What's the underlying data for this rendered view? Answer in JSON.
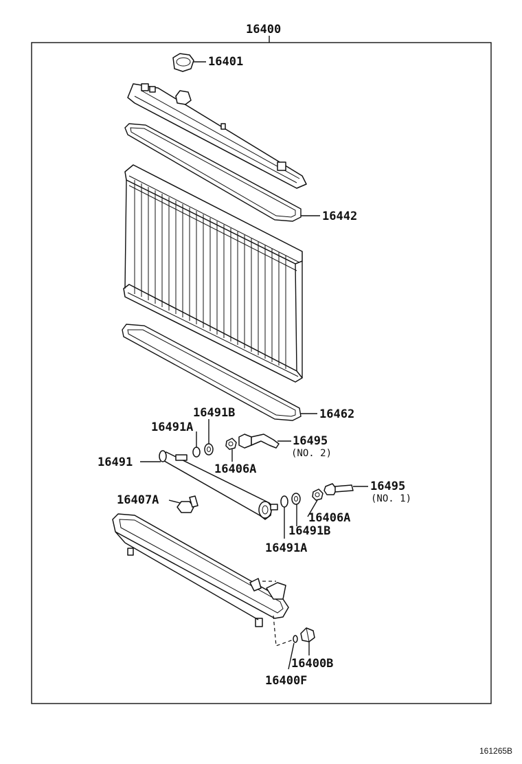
{
  "diagram": {
    "assembly_label": "16400",
    "parts": {
      "p16401": "16401",
      "p16442": "16442",
      "p16462": "16462",
      "p16491B_top": "16491B",
      "p16491A_top": "16491A",
      "p16495_no2": "16495",
      "p16495_no2_note": "(NO. 2)",
      "p16491": "16491",
      "p16406A_top": "16406A",
      "p16407A": "16407A",
      "p16495_no1": "16495",
      "p16495_no1_note": "(NO. 1)",
      "p16406A_bottom": "16406A",
      "p16491B_bottom": "16491B",
      "p16491A_bottom": "16491A",
      "p16400B": "16400B",
      "p16400F": "16400F"
    },
    "figure_code": "161265B"
  }
}
